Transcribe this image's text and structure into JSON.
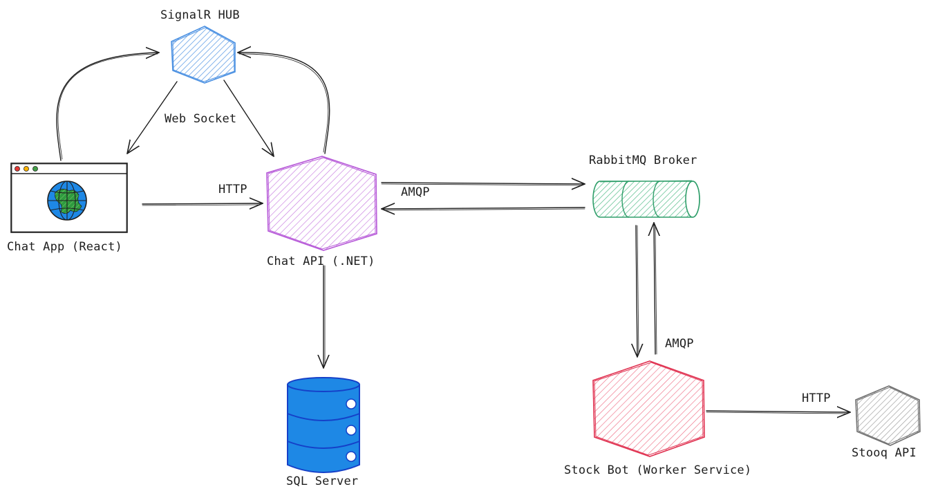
{
  "labels": {
    "signalr_hub": "SignalR HUB",
    "web_socket": "Web Socket",
    "chat_app": "Chat App (React)",
    "chat_api": "Chat API (.NET)",
    "rabbitmq": "RabbitMQ Broker",
    "sql_server": "SQL Server",
    "stock_bot": "Stock Bot (Worker Service)",
    "stooq_api": "Stooq API",
    "http_app_api": "HTTP",
    "amqp_api_broker": "AMQP",
    "amqp_bot_broker": "AMQP",
    "http_bot_stooq": "HTTP"
  },
  "colors": {
    "ink": "#1e1e1e",
    "signalr": "#4a90e2",
    "chat_api": "#b658d8",
    "rabbitmq": "#2f9e6a",
    "sql_server": "#1565d8",
    "stock_bot": "#e03150",
    "stooq": "#707070",
    "globe": "#1e88e5",
    "globe_land": "#2e9c3f"
  },
  "icons": {
    "chat_app": "browser-window-globe-icon",
    "sql_server": "database-icon",
    "rabbitmq": "message-queue-cylinder-icon"
  }
}
